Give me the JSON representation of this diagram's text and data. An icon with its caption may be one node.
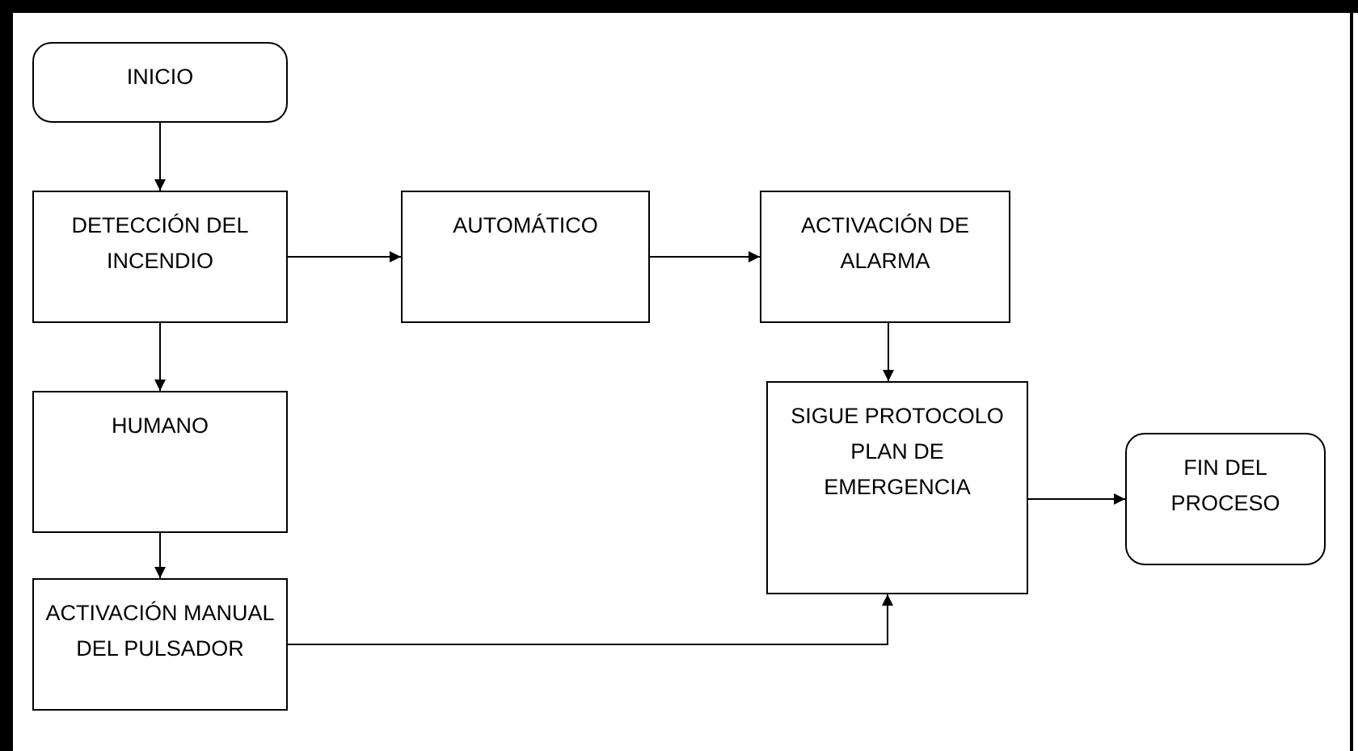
{
  "diagram": {
    "nodes": [
      {
        "text": [
          "INICIO"
        ]
      },
      {
        "text": [
          "DETECCIÓN DEL INCENDIO"
        ]
      },
      {
        "text": [
          "AUTOMÁTICO"
        ]
      },
      {
        "text": [
          "ACTIVACIÓN DE ALARMA"
        ]
      },
      {
        "text": [
          "HUMANO"
        ]
      },
      {
        "text": [
          "ACTIVACIÓN MANUAL DEL PULSADOR"
        ]
      },
      {
        "text": [
          "SIGUE PROTOCOLO PLAN DE EMERGENCIA"
        ]
      },
      {
        "text": [
          "FIN DEL PROCESO"
        ]
      }
    ],
    "edges": [
      {
        "from": 0,
        "to": 1,
        "arrow": "to"
      },
      {
        "from": 1,
        "to": 2,
        "arrow": "to"
      },
      {
        "from": 2,
        "to": 3,
        "arrow": "to"
      },
      {
        "from": 3,
        "to": 6,
        "arrow": "to"
      },
      {
        "from": 1,
        "to": 4,
        "arrow": "to"
      },
      {
        "from": 4,
        "to": 5,
        "arrow": "to"
      },
      {
        "from": 5,
        "to": 6,
        "arrow": "to"
      },
      {
        "from": 6,
        "to": 7,
        "arrow": "to"
      }
    ]
  }
}
